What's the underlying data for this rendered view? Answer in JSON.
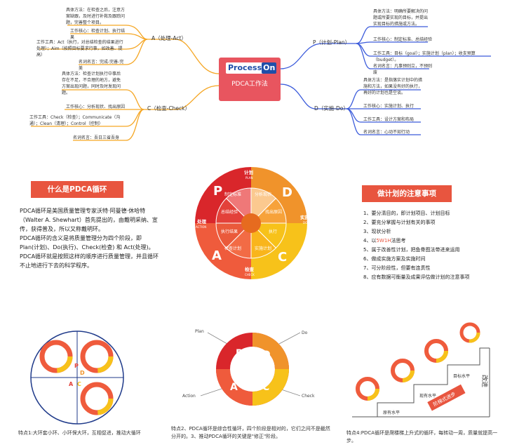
{
  "mindmap": {
    "center_logo_a": "Process",
    "center_logo_b": "On",
    "center_title": "PDCA工作法",
    "branch_a": {
      "label": "A（处理-Act）",
      "items": [
        "具体方法：在检查之后，注意方案缺跟，及时进行补救及跟踪问题，完善整个项目。",
        "工作核心：检查计划、执行结果",
        "工作工具：Act（执行，对总结检查的结果进行处理）；Aim（按照目标要求行事，如改善、提高）",
        "名词名言：完成-完善-完美"
      ]
    },
    "branch_c": {
      "label": "C（检查-Check）",
      "items": [
        "具体方法：检查计划执行中事后存在不足，不合理的地方，避免方案出现问题，同时及时发现问题。",
        "工作核心：分析现状、找出原因",
        "工作工具：Check（检查）；Communicate（沟通）；Clean（清理）；Control（控制）",
        "名词名言：吾日三省吾身"
      ]
    },
    "branch_p": {
      "label": "P（计划-Plan）",
      "items": [
        "具体方法：明确所要解决的问题或所要实现的目标，并提出实现目标的措施或方法。",
        "工作核心：制定标准、总结经验",
        "工作工具：目标（goal）；实施计划（plan）；收支预算（budget）。",
        "名词名言：凡事预则立，不预则废"
      ]
    },
    "branch_d": {
      "label": "D（实施-Do）",
      "items": [
        "具体方法：是指落实计划中的措施和方法，如果没有好的执行，再好的计划也是空谈。",
        "工作核心：实施计划、执行",
        "工作工具：设计方案和布局",
        "名词名言：心动不如行动"
      ]
    }
  },
  "what_is": {
    "header": "什么是PDCA循环",
    "paragraphs": [
      "PDCA循环是美国质量管理专家沃特·阿曼德·休哈特（Walter A. Shewhart）首先提出的，由戴明采纳、宣传，获得普及，所以又称戴明环。",
      "PDCA循环的含义是将质量管理分为四个阶段，即Plan(计划)、Do(执行)、Check(检查) 和 Act(处理)。",
      "PDCA循环就是按照这样的顺序进行质量管理，并且循环不止地进行下去的科学程序。"
    ]
  },
  "wheel": {
    "letters": [
      "P",
      "D",
      "C",
      "A"
    ],
    "outer_labels": [
      {
        "cn": "计划",
        "en": "PLAN"
      },
      {
        "cn": "实施",
        "en": "DO"
      },
      {
        "cn": "检查",
        "en": "CHECK"
      },
      {
        "cn": "处理",
        "en": "ACTION"
      }
    ],
    "inner_labels": [
      "制定标准",
      "分析现状",
      "找出原因",
      "执行",
      "实施计划",
      "检查计划",
      "执行结果",
      "总结经验"
    ]
  },
  "notes": {
    "header": "做计划的注意事项",
    "items": [
      {
        "prefix": "1、要分清目的，即计划项目、计划目标",
        "highlight": "",
        "suffix": ""
      },
      {
        "prefix": "2、要充分掌握与计划有关的事项",
        "highlight": "",
        "suffix": ""
      },
      {
        "prefix": "3、现状分析",
        "highlight": "",
        "suffix": ""
      },
      {
        "prefix": "4、以",
        "highlight": "5W1H",
        "suffix": "法思考"
      },
      {
        "prefix": "5、属于改善性计划，把鱼骨图法带进来运用",
        "highlight": "",
        "suffix": ""
      },
      {
        "prefix": "6、做成实施方案及实施时间",
        "highlight": "",
        "suffix": ""
      },
      {
        "prefix": "7、可分阶段性，但要有连贯性",
        "highlight": "",
        "suffix": ""
      },
      {
        "prefix": "8、应有数据可衡量及成果评估做计划的注意事项",
        "highlight": "",
        "suffix": ""
      }
    ]
  },
  "features": {
    "f1_caption": "特点1:大环套小环、小环保大环，互相促进，推动大循环",
    "f1_letters": [
      "P",
      "D",
      "A",
      "C"
    ],
    "f2_caption": "特点2、PDCA循环是综合性循环，四个阶段是相对的，它们之间不是截然分开的。3、推动PDCA循环的关键是\"修正\"阶段。",
    "f2_labels": [
      "Plan",
      "Do",
      "Check",
      "Action"
    ],
    "f2_letters": [
      "P",
      "D",
      "C",
      "A"
    ],
    "f4_caption": "特点4:PDCA循环是爬楼梯上升式的循环，每转动一周，质量就提高一步。",
    "f4_levels": [
      "原有水平",
      "现有水平",
      "目标水平"
    ],
    "f4_side": "改进",
    "f4_badge": "阶梯式进步"
  },
  "colors": {
    "accent_red": "#e8553f",
    "branch_orange": "#f5a623",
    "branch_blue": "#3b5bdb",
    "wheel_yellow": "#f7c21a"
  }
}
